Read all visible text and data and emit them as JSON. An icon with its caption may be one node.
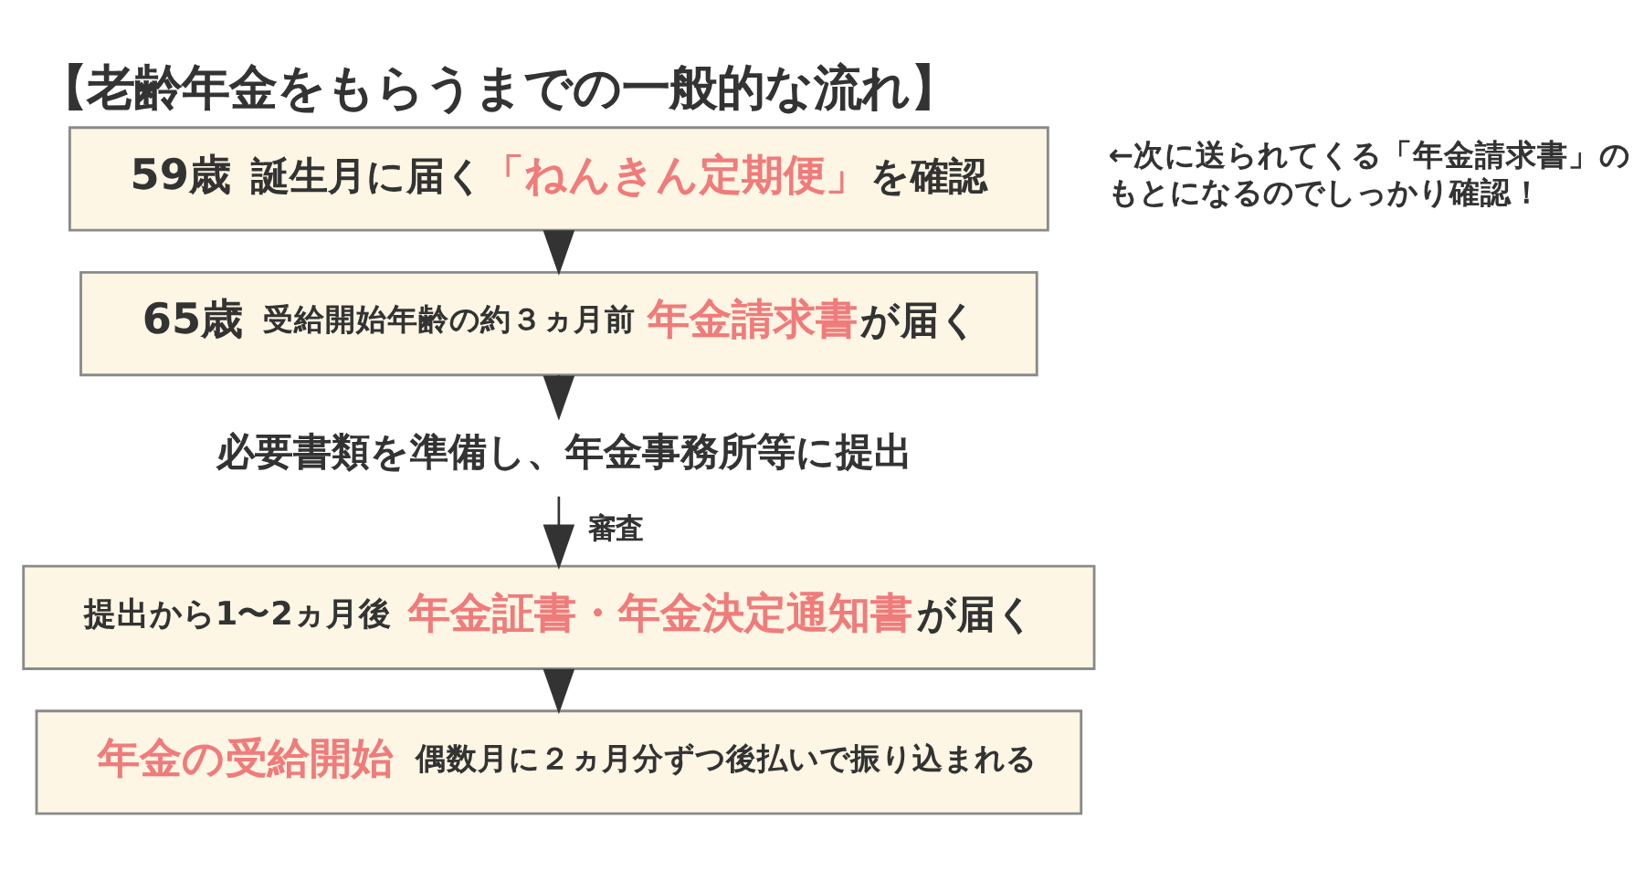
{
  "diagram": {
    "title": "【老齢年金をもらうまでの一般的な流れ】",
    "nodes": [
      {
        "text": [
          "59歳",
          "誕生月に届く**「ねんきん定期便」**を確認"
        ],
        "beside": [
          "←次に送られてくる「年金請求書」のもとになるのでしっかり確認！"
        ]
      },
      {
        "text": [
          "65歳",
          "受給開始年齢の約３ヵ月前",
          "**年金請求書**が届く"
        ]
      },
      {
        "text": [
          "必要書類を準備し、年金事務所等に提出"
        ]
      },
      {
        "text": [
          "提出から1〜2ヵ月後",
          "**年金証書・年金決定通知書**が届く"
        ]
      },
      {
        "text": [
          "年金の受給開始",
          "偶数月に２ヵ月分ずつ後払いで振り込まれる"
        ]
      }
    ],
    "edges": [
      {
        "from": 0,
        "to": 1,
        "arrow": "to"
      },
      {
        "from": 1,
        "to": 2,
        "arrow": "to"
      },
      {
        "from": 2,
        "to": 3,
        "arrow": "to",
        "label": "審査"
      },
      {
        "from": 3,
        "to": 4,
        "arrow": "to"
      }
    ]
  }
}
